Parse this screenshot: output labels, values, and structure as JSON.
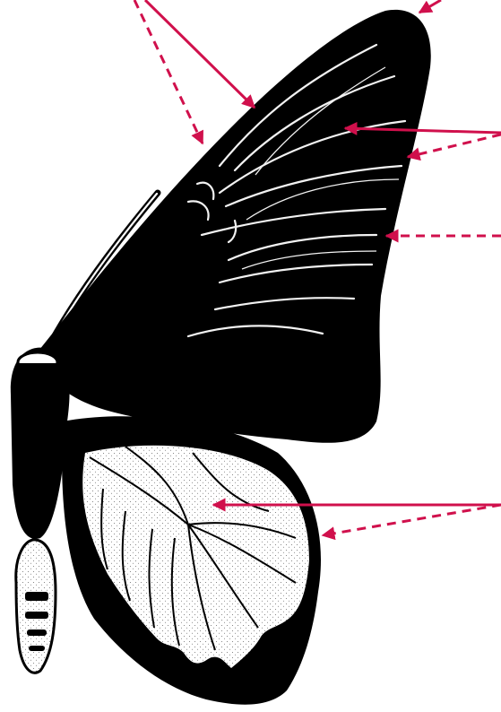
{
  "figure": {
    "subject": "butterfly-half-wing-diagram",
    "colors": {
      "ink": "#000000",
      "paper": "#ffffff",
      "arrow": "#d0104c",
      "vein": "#f2f2f2",
      "stipple": "#6b6b6b"
    },
    "pointers": [
      {
        "id": "forewing-vein-upper",
        "style": "solid"
      },
      {
        "id": "forewing-costa-edge",
        "style": "dashed"
      },
      {
        "id": "forewing-apex",
        "style": "solid"
      },
      {
        "id": "forewing-vein-middle",
        "style": "solid"
      },
      {
        "id": "forewing-outer-margin-upper",
        "style": "dashed"
      },
      {
        "id": "forewing-outer-margin-lower",
        "style": "dashed"
      },
      {
        "id": "hindwing-pale-patch",
        "style": "solid"
      },
      {
        "id": "hindwing-outer-border",
        "style": "dashed"
      }
    ]
  }
}
